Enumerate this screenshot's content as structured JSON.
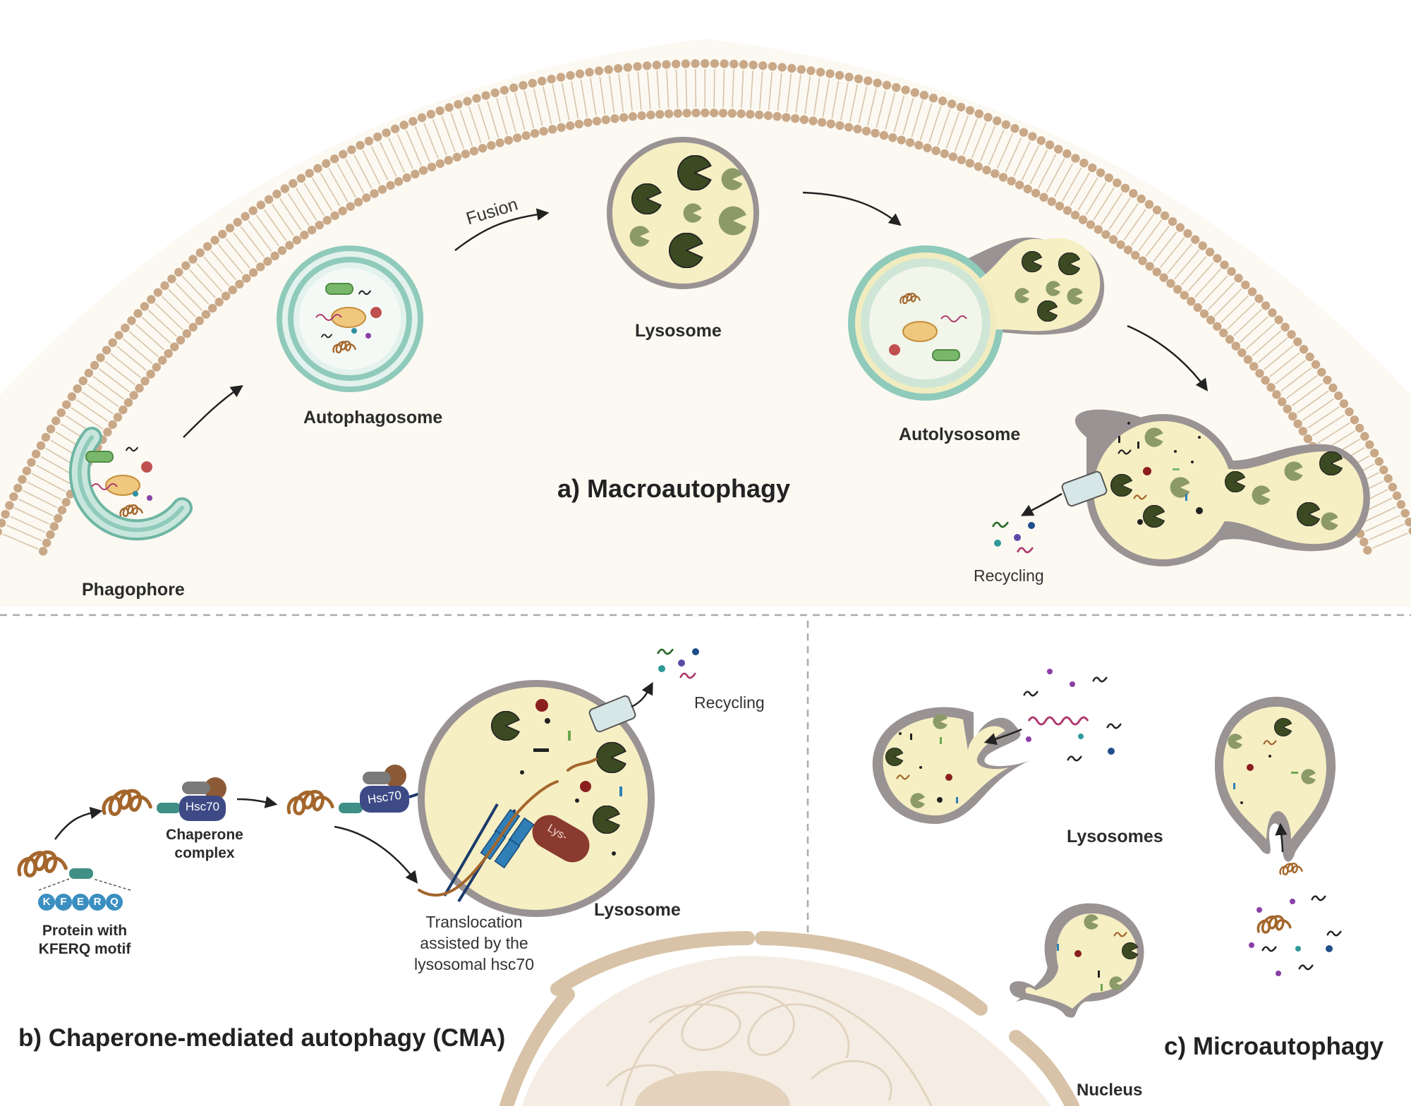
{
  "sections": {
    "macro": "a) Macroautophagy",
    "cma": "b) Chaperone-mediated autophagy (CMA)",
    "micro": "c) Microautophagy"
  },
  "labels": {
    "phagophore": "Phagophore",
    "autophagosome": "Autophagosome",
    "fusion": "Fusion",
    "lysosome_a": "Lysosome",
    "autolysosome": "Autolysosome",
    "recycling_a": "Recycling",
    "protein_kferq_1": "Protein with",
    "protein_kferq_2": "KFERQ motif",
    "chaperone_1": "Chaperone",
    "chaperone_2": "complex",
    "hsc70": "Hsc70",
    "recycling_b": "Recycling",
    "lysosome_b": "Lysosome",
    "lyso_protease": "Lys-",
    "translocation_1": "Translocation",
    "translocation_2": "assisted by the",
    "translocation_3": "lysosomal hsc70",
    "lysosomes_c": "Lysosomes",
    "nucleus": "Nucleus"
  },
  "kferq_letters": [
    "K",
    "F",
    "E",
    "R",
    "Q"
  ],
  "colors": {
    "membrane_head": "#c9a888",
    "membrane_tail": "#d8c3a8",
    "cytoplasm": "#fbf9f2",
    "lysosome_fill": "#f6efc4",
    "lysosome_border": "#9a9393",
    "autophagosome_ring": "#8fcabb",
    "enzyme_dark": "#3c4a22",
    "enzyme_mid": "#8c9a6a",
    "protein_brown": "#a4662c",
    "hsc70_blue": "#3e4a86",
    "channel_blue": "#2f7fb6",
    "divider": "#aaaaaa"
  },
  "icons": [
    "lipid-bilayer-icon",
    "enzyme-pacman-icon",
    "bacterium-icon",
    "virus-icon",
    "mitochondrion-icon",
    "rna-strand-icon",
    "protein-coil-icon",
    "transporter-channel-icon",
    "nucleus-icon"
  ]
}
